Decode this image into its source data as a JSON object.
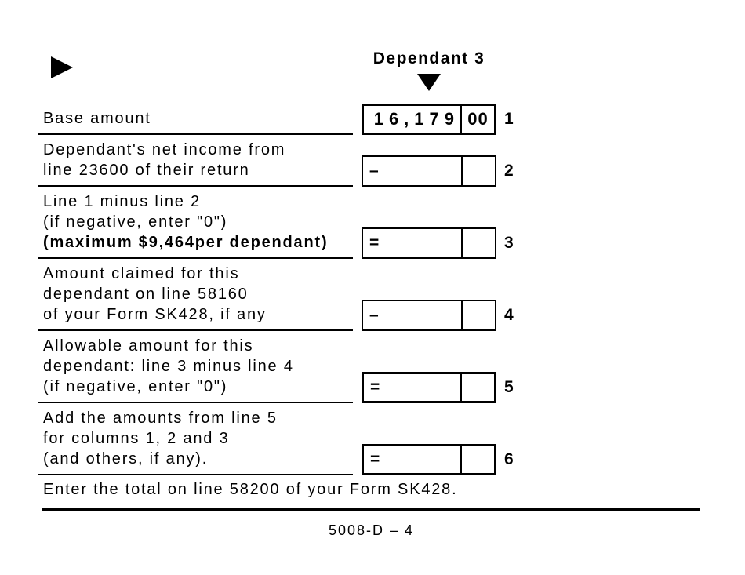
{
  "form": {
    "column_header": "Dependant 3",
    "rows": [
      {
        "label_lines": [
          "Base amount"
        ],
        "sign": "",
        "dollars": "16,179",
        "cents": "00",
        "line_number": "1"
      },
      {
        "label_lines": [
          "Dependant's net income from",
          "line 23600 of their return"
        ],
        "sign": "–",
        "dollars": "",
        "cents": "",
        "line_number": "2"
      },
      {
        "label_lines": [
          "Line 1 minus line 2",
          "(if negative, enter \"0\")",
          "(maximum $9,464per dependant)"
        ],
        "sign": "=",
        "dollars": "",
        "cents": "",
        "line_number": "3"
      },
      {
        "label_lines": [
          "Amount claimed for this",
          "dependant on line 58160",
          "of your Form SK428, if any"
        ],
        "sign": "–",
        "dollars": "",
        "cents": "",
        "line_number": "4"
      },
      {
        "label_lines": [
          "Allowable amount for this",
          "dependant: line 3 minus line 4",
          "(if negative, enter \"0\")"
        ],
        "sign": "=",
        "dollars": "",
        "cents": "",
        "line_number": "5"
      },
      {
        "label_lines": [
          "Add the amounts from line 5",
          "for columns 1, 2 and 3",
          "(and others, if any)."
        ],
        "sign": "=",
        "dollars": "",
        "cents": "",
        "line_number": "6"
      }
    ],
    "total_instruction": "Enter the total on line 58200 of your Form SK428.",
    "footer_page_number": "5008-D – 4",
    "colors": {
      "ink": "#000000",
      "background": "#ffffff"
    }
  }
}
